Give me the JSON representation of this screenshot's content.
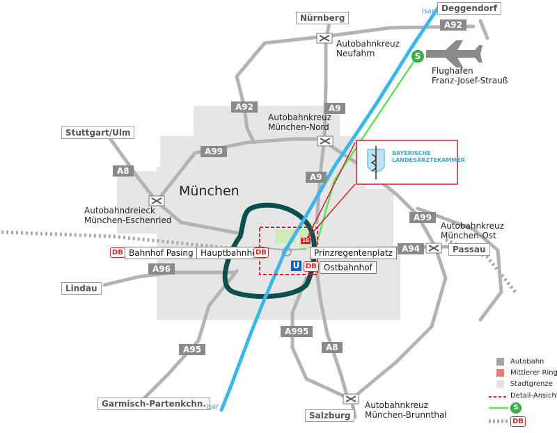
{
  "city": "München",
  "river": "Isar",
  "destinations": {
    "deggendorf": "Deggendorf",
    "nuernberg": "Nürnberg",
    "stuttgart_ulm": "Stuttgart/Ulm",
    "lindau": "Lindau",
    "garmisch": "Garmisch-Partenkchn.",
    "salzburg": "Salzburg",
    "passau": "Passau"
  },
  "motorways": {
    "a92_north": "A92",
    "a92_west": "A92",
    "a9_north": "A9",
    "a9_south": "A9",
    "a99_west": "A99",
    "a99_east": "A99",
    "a8_west": "A8",
    "a8_south": "A8",
    "a96": "A96",
    "a95": "A95",
    "a94": "A94",
    "a995": "A995"
  },
  "interchanges": {
    "neufahrn": "Autobahnkreuz\nNeufahrn",
    "muenchen_nord": "Autobahnkreuz\nMünchen-Nord",
    "eschenried": "Autobahndreieck\nMünchen-Eschenried",
    "muenchen_ost": "Autobahnkreuz\nMünchen-Ost",
    "brunnthal": "Autobahnkreuz\nMünchen-Brunnthal"
  },
  "airport": "Flughafen\nFranz-Josef-Strauß",
  "stations": {
    "pasing": "Bahnhof Pasing",
    "hauptbahnhof": "Hauptbahnhof",
    "prinzregentenplatz": "Prinzregentenplatz",
    "ostbahnhof": "Ostbahnhof"
  },
  "badges": {
    "db": "DB",
    "ubahn": "U",
    "sbahn": "S",
    "address_number": "16"
  },
  "card": {
    "line1": "BAYERISCHE",
    "line2": "LANDESÄRZTEKAMMER"
  },
  "legend": {
    "autobahn": "Autobahn",
    "ring": "Mittlerer Ring",
    "stadtgrenze": "Stadtgrenze",
    "detail": "Detail-Ansicht"
  },
  "colors": {
    "motorway": "#b3b3b3",
    "city_area": "#e6e6e6",
    "ring": "#0d4f4f",
    "river": "#3ab6e8",
    "sbahn_line": "#5ee35a",
    "db_rail": "#a9a9a9",
    "detail": "#d9232e",
    "card_border": "#c8202a",
    "legend_autobahn": "#a3a3a3",
    "legend_ring": "#f07a7a",
    "legend_city": "#e3e3e3"
  }
}
